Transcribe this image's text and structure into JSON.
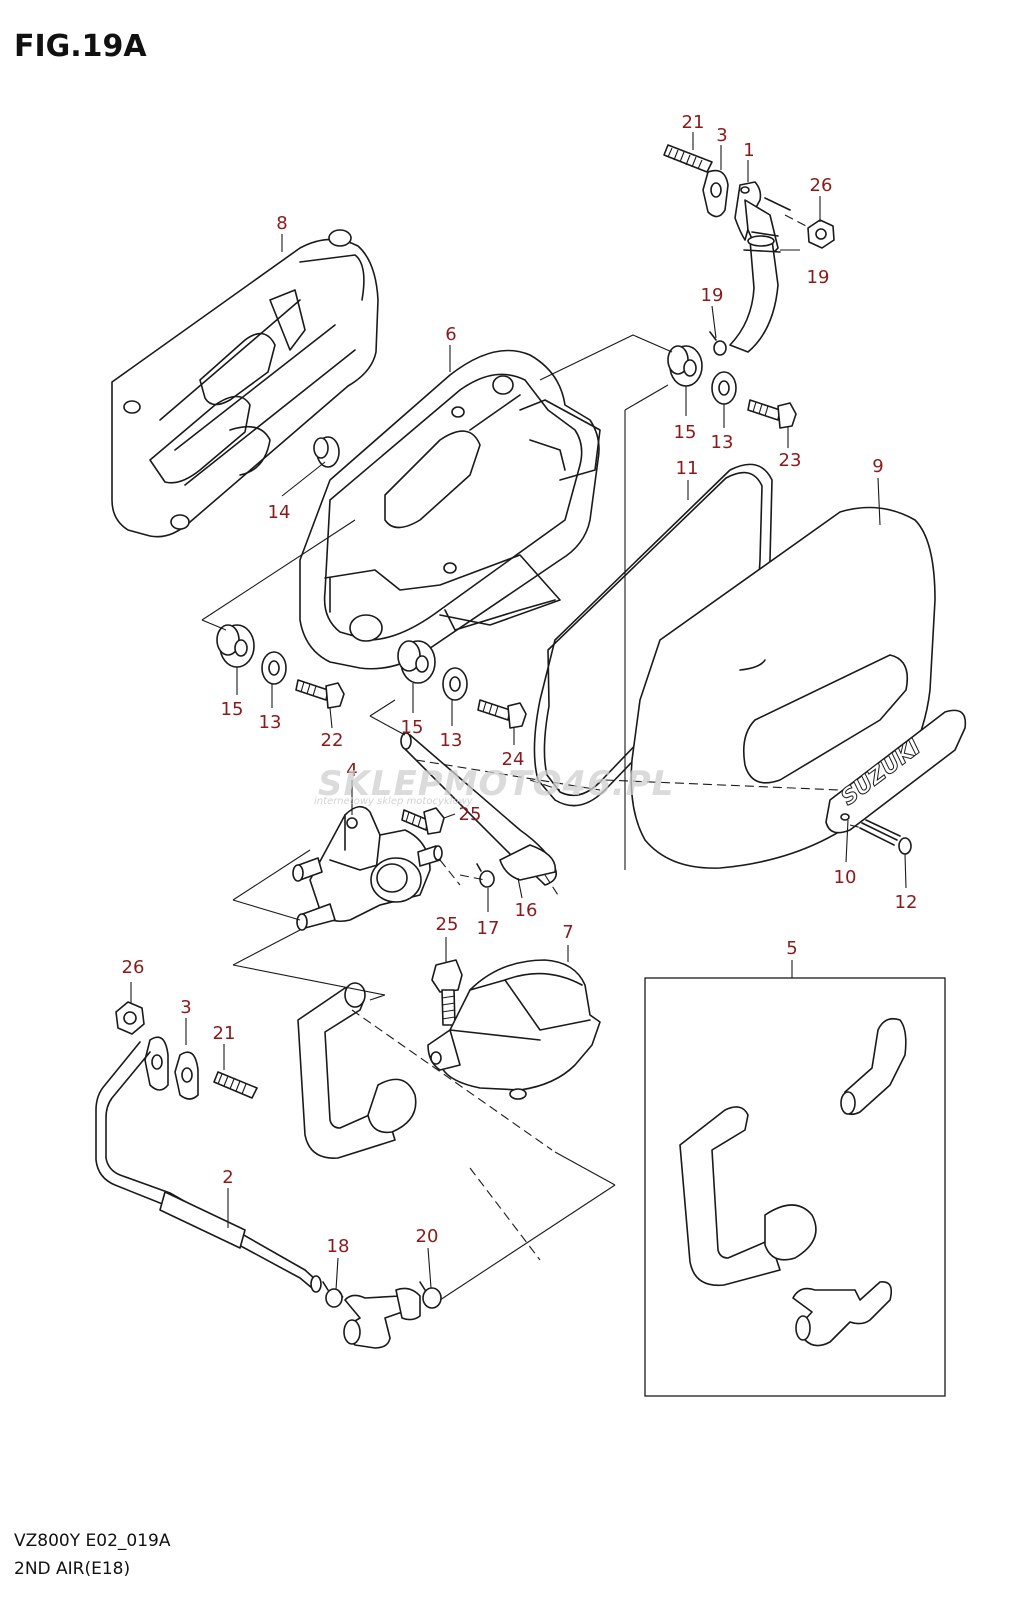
{
  "header": {
    "figure_title": "FIG.19A"
  },
  "footer": {
    "model_code": "VZ800Y E02_019A",
    "section_title": "2ND AIR(E18)"
  },
  "watermark": {
    "brand": "SKLEPMOTO46.PL",
    "tagline": "internetowy sklep motocyklowy"
  },
  "emblem_text": "SUZUKI",
  "callouts": {
    "c1": "1",
    "c2": "2",
    "c3a": "3",
    "c3b": "3",
    "c4": "4",
    "c5": "5",
    "c6": "6",
    "c7": "7",
    "c8": "8",
    "c9": "9",
    "c10": "10",
    "c11": "11",
    "c12": "12",
    "c13a": "13",
    "c13b": "13",
    "c13c": "13",
    "c14": "14",
    "c15a": "15",
    "c15b": "15",
    "c15c": "15",
    "c16": "16",
    "c17": "17",
    "c18": "18",
    "c19a": "19",
    "c19b": "19",
    "c20": "20",
    "c21a": "21",
    "c21b": "21",
    "c22": "22",
    "c23": "23",
    "c24": "24",
    "c25a": "25",
    "c25b": "25",
    "c26a": "26",
    "c26b": "26"
  },
  "colors": {
    "callout": "#8b1a1a",
    "line": "#1a1a1a",
    "watermark": "#cfcfcf"
  }
}
